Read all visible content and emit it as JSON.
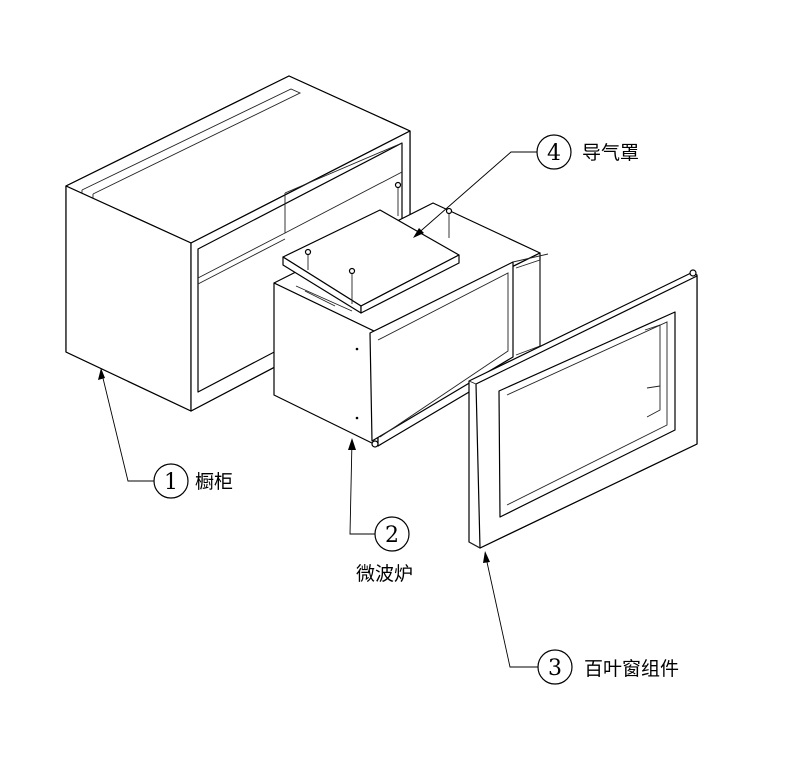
{
  "callouts": [
    {
      "num": "1",
      "label": "橱柜"
    },
    {
      "num": "2",
      "label": "微波炉"
    },
    {
      "num": "3",
      "label": "百叶窗组件"
    },
    {
      "num": "4",
      "label": "导气罩"
    }
  ]
}
